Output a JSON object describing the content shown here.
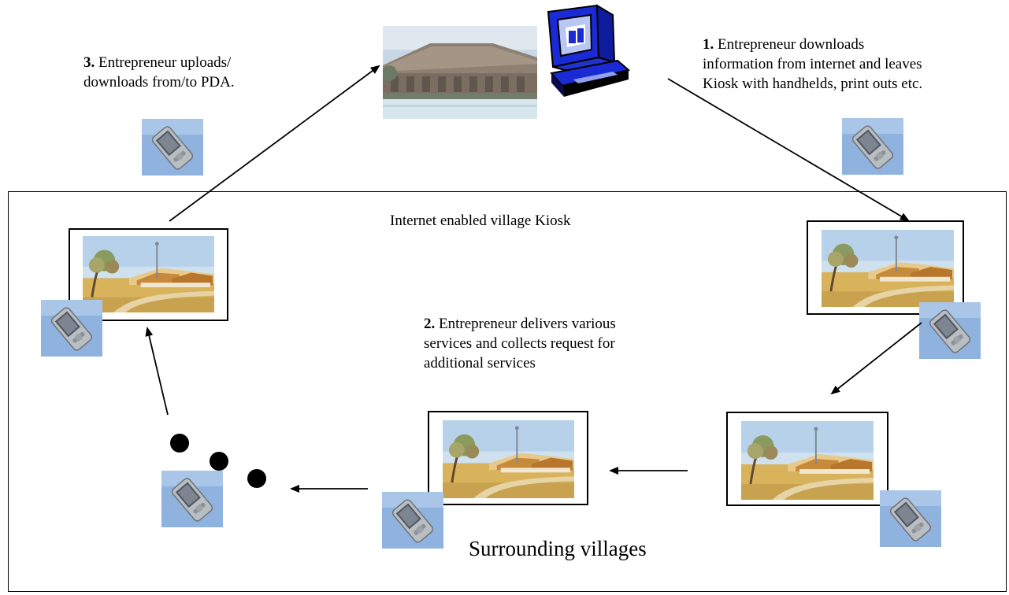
{
  "kiosk": {
    "caption": "Internet enabled village Kiosk"
  },
  "steps": {
    "step1": {
      "num": "1.",
      "line1": " Entrepreneur downloads",
      "line2": "information from internet and leaves",
      "line3": "Kiosk with handhelds, print outs etc."
    },
    "step2": {
      "num": "2.",
      "line1": " Entrepreneur delivers various",
      "line2": "services and collects request for",
      "line3": "additional services"
    },
    "step3": {
      "num": "3.",
      "line1": " Entrepreneur uploads/",
      "line2": "downloads from/to PDA."
    }
  },
  "region": {
    "label": "Surrounding villages"
  },
  "icons": [
    "kiosk-building-photo",
    "computer-icon",
    "pda-icon",
    "village-photo"
  ],
  "colors": {
    "sky": "#c9dcef",
    "pda_bg": "#8fb3de",
    "computer_blue": "#1a2bd6",
    "ground": "#d9b766",
    "water": "#cfe1ea"
  }
}
